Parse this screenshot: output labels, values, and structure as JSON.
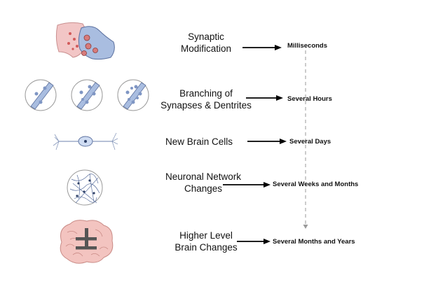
{
  "stages": [
    {
      "icon": "synapse-icon",
      "line1": "Synaptic",
      "line2": "Modification",
      "time": "Milliseconds"
    },
    {
      "icon": "dendrite-branching-icon",
      "line1": "Branching of",
      "line2": "Synapses & Dentrites",
      "time": "Several Hours"
    },
    {
      "icon": "neuron-icon",
      "line1": "New Brain Cells",
      "line2": "",
      "time": "Several Days"
    },
    {
      "icon": "neural-network-icon",
      "line1": "Neuronal Network",
      "line2": "Changes",
      "time": "Several Weeks and Months"
    },
    {
      "icon": "brain-icon",
      "line1": "Higher Level",
      "line2": "Brain Changes",
      "time": "Several Months and Years"
    }
  ],
  "colors": {
    "text": "#111111",
    "arrow": "#000000",
    "timeline": "#999999",
    "neuron_blue": "#a9bde0",
    "neuron_stroke": "#5a6f9e",
    "synapse_pink": "#f2c6c6",
    "brain_pink": "#f3c4c0"
  }
}
